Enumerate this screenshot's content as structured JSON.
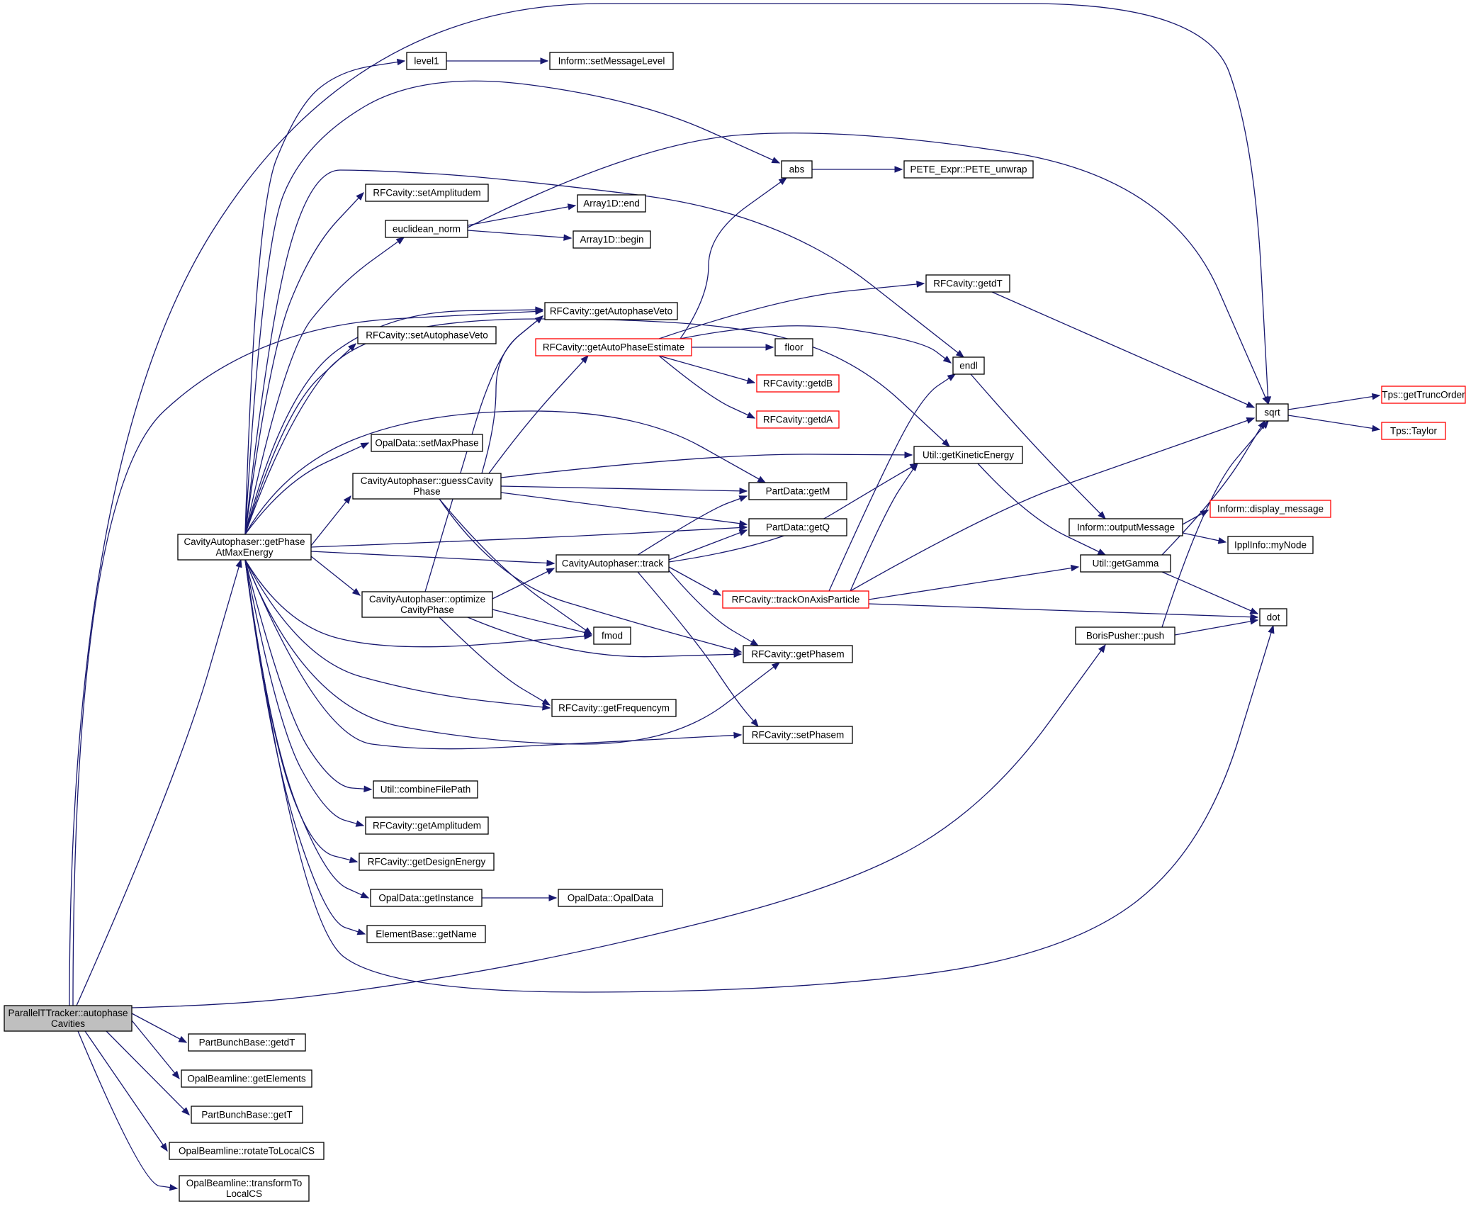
{
  "graph": {
    "title": "",
    "colors": {
      "edge": "#191970",
      "root_fill": "#bfbfbf",
      "node_fill": "#ffffff",
      "node_border": "#000000",
      "truncated_border": "#ff0000"
    },
    "nodes": [
      {
        "id": "root",
        "lines": [
          "ParallelTTracker::autophase",
          "Cavities"
        ],
        "root": true
      },
      {
        "id": "gpame",
        "lines": [
          "CavityAutophaser::getPhase",
          "AtMaxEnergy"
        ]
      },
      {
        "id": "level1",
        "lines": [
          "level1"
        ]
      },
      {
        "id": "setmsg",
        "lines": [
          "Inform::setMessageLevel"
        ]
      },
      {
        "id": "abs",
        "lines": [
          "abs"
        ]
      },
      {
        "id": "pete",
        "lines": [
          "PETE_Expr::PETE_unwrap"
        ]
      },
      {
        "id": "setampl",
        "lines": [
          "RFCavity::setAmplitudem"
        ]
      },
      {
        "id": "eucl",
        "lines": [
          "euclidean_norm"
        ]
      },
      {
        "id": "a1end",
        "lines": [
          "Array1D::end"
        ]
      },
      {
        "id": "a1begin",
        "lines": [
          "Array1D::begin"
        ]
      },
      {
        "id": "getdt_rf",
        "lines": [
          "RFCavity::getdT"
        ]
      },
      {
        "id": "getveto",
        "lines": [
          "RFCavity::getAutophaseVeto"
        ]
      },
      {
        "id": "getest",
        "lines": [
          "RFCavity::getAutoPhaseEstimate"
        ],
        "truncated": true
      },
      {
        "id": "floor",
        "lines": [
          "floor"
        ]
      },
      {
        "id": "setveto",
        "lines": [
          "RFCavity::setAutophaseVeto"
        ]
      },
      {
        "id": "endl",
        "lines": [
          "endl"
        ]
      },
      {
        "id": "getdb",
        "lines": [
          "RFCavity::getdB"
        ],
        "truncated": true
      },
      {
        "id": "getda",
        "lines": [
          "RFCavity::getdA"
        ],
        "truncated": true
      },
      {
        "id": "sqrt",
        "lines": [
          "sqrt"
        ]
      },
      {
        "id": "truncord",
        "lines": [
          "Tps::getTruncOrder"
        ],
        "truncated": true
      },
      {
        "id": "taylor",
        "lines": [
          "Tps::Taylor"
        ],
        "truncated": true
      },
      {
        "id": "setmaxph",
        "lines": [
          "OpalData::setMaxPhase"
        ]
      },
      {
        "id": "guess",
        "lines": [
          "CavityAutophaser::guessCavity",
          "Phase"
        ]
      },
      {
        "id": "getke",
        "lines": [
          "Util::getKineticEnergy"
        ]
      },
      {
        "id": "getm",
        "lines": [
          "PartData::getM"
        ]
      },
      {
        "id": "getq",
        "lines": [
          "PartData::getQ"
        ]
      },
      {
        "id": "dispmsg",
        "lines": [
          "Inform::display_message"
        ],
        "truncated": true
      },
      {
        "id": "outmsg",
        "lines": [
          "Inform::outputMessage"
        ]
      },
      {
        "id": "mynode",
        "lines": [
          "IpplInfo::myNode"
        ]
      },
      {
        "id": "track",
        "lines": [
          "CavityAutophaser::track"
        ]
      },
      {
        "id": "getgamma",
        "lines": [
          "Util::getGamma"
        ]
      },
      {
        "id": "optimize",
        "lines": [
          "CavityAutophaser::optimize",
          "CavityPhase"
        ]
      },
      {
        "id": "trackaxis",
        "lines": [
          "RFCavity::trackOnAxisParticle"
        ],
        "truncated": true
      },
      {
        "id": "dot",
        "lines": [
          "dot"
        ]
      },
      {
        "id": "fmod",
        "lines": [
          "fmod"
        ]
      },
      {
        "id": "push",
        "lines": [
          "BorisPusher::push"
        ]
      },
      {
        "id": "getphasem",
        "lines": [
          "RFCavity::getPhasem"
        ]
      },
      {
        "id": "getfreq",
        "lines": [
          "RFCavity::getFrequencym"
        ]
      },
      {
        "id": "setphasem",
        "lines": [
          "RFCavity::setPhasem"
        ]
      },
      {
        "id": "combine",
        "lines": [
          "Util::combineFilePath"
        ]
      },
      {
        "id": "getampl",
        "lines": [
          "RFCavity::getAmplitudem"
        ]
      },
      {
        "id": "getdesign",
        "lines": [
          "RFCavity::getDesignEnergy"
        ]
      },
      {
        "id": "getinst",
        "lines": [
          "OpalData::getInstance"
        ]
      },
      {
        "id": "opaldata",
        "lines": [
          "OpalData::OpalData"
        ]
      },
      {
        "id": "getname",
        "lines": [
          "ElementBase::getName"
        ]
      },
      {
        "id": "pbgetdt",
        "lines": [
          "PartBunchBase::getdT"
        ]
      },
      {
        "id": "getelems",
        "lines": [
          "OpalBeamline::getElements"
        ]
      },
      {
        "id": "pbgett",
        "lines": [
          "PartBunchBase::getT"
        ]
      },
      {
        "id": "rotate",
        "lines": [
          "OpalBeamline::rotateToLocalCS"
        ]
      },
      {
        "id": "transform",
        "lines": [
          "OpalBeamline::transformTo",
          "LocalCS"
        ]
      }
    ],
    "edges": [
      [
        "root",
        "gpame"
      ],
      [
        "root",
        "sqrt"
      ],
      [
        "root",
        "getveto"
      ],
      [
        "root",
        "push"
      ],
      [
        "root",
        "pbgetdt"
      ],
      [
        "root",
        "getelems"
      ],
      [
        "root",
        "pbgett"
      ],
      [
        "root",
        "rotate"
      ],
      [
        "root",
        "transform"
      ],
      [
        "gpame",
        "level1"
      ],
      [
        "gpame",
        "abs"
      ],
      [
        "gpame",
        "endl"
      ],
      [
        "gpame",
        "setampl"
      ],
      [
        "gpame",
        "eucl"
      ],
      [
        "gpame",
        "getveto"
      ],
      [
        "gpame",
        "setveto"
      ],
      [
        "gpame",
        "getke"
      ],
      [
        "gpame",
        "setmaxph"
      ],
      [
        "gpame",
        "guess"
      ],
      [
        "gpame",
        "getm"
      ],
      [
        "gpame",
        "getq"
      ],
      [
        "gpame",
        "track"
      ],
      [
        "gpame",
        "optimize"
      ],
      [
        "gpame",
        "fmod"
      ],
      [
        "gpame",
        "getfreq"
      ],
      [
        "gpame",
        "getphasem"
      ],
      [
        "gpame",
        "setphasem"
      ],
      [
        "gpame",
        "combine"
      ],
      [
        "gpame",
        "getampl"
      ],
      [
        "gpame",
        "getdesign"
      ],
      [
        "gpame",
        "getinst"
      ],
      [
        "gpame",
        "getname"
      ],
      [
        "gpame",
        "dot"
      ],
      [
        "level1",
        "setmsg"
      ],
      [
        "abs",
        "pete"
      ],
      [
        "eucl",
        "sqrt"
      ],
      [
        "eucl",
        "a1end"
      ],
      [
        "eucl",
        "a1begin"
      ],
      [
        "getest",
        "abs"
      ],
      [
        "getest",
        "getdt_rf"
      ],
      [
        "getest",
        "endl"
      ],
      [
        "getest",
        "floor"
      ],
      [
        "getest",
        "getdb"
      ],
      [
        "getest",
        "getda"
      ],
      [
        "getdt_rf",
        "sqrt"
      ],
      [
        "endl",
        "outmsg"
      ],
      [
        "sqrt",
        "truncord"
      ],
      [
        "sqrt",
        "taylor"
      ],
      [
        "guess",
        "getveto"
      ],
      [
        "guess",
        "getest"
      ],
      [
        "guess",
        "getke"
      ],
      [
        "guess",
        "getm"
      ],
      [
        "guess",
        "getq"
      ],
      [
        "guess",
        "fmod"
      ],
      [
        "guess",
        "getphasem"
      ],
      [
        "getke",
        "getgamma"
      ],
      [
        "outmsg",
        "dispmsg"
      ],
      [
        "outmsg",
        "mynode"
      ],
      [
        "track",
        "getm"
      ],
      [
        "track",
        "getq"
      ],
      [
        "track",
        "getke"
      ],
      [
        "track",
        "trackaxis"
      ],
      [
        "track",
        "getphasem"
      ],
      [
        "track",
        "setphasem"
      ],
      [
        "getgamma",
        "sqrt"
      ],
      [
        "getgamma",
        "dot"
      ],
      [
        "optimize",
        "getveto"
      ],
      [
        "optimize",
        "track"
      ],
      [
        "optimize",
        "fmod"
      ],
      [
        "optimize",
        "getphasem"
      ],
      [
        "optimize",
        "getfreq"
      ],
      [
        "trackaxis",
        "endl"
      ],
      [
        "trackaxis",
        "getke"
      ],
      [
        "trackaxis",
        "sqrt"
      ],
      [
        "trackaxis",
        "getgamma"
      ],
      [
        "trackaxis",
        "dot"
      ],
      [
        "push",
        "sqrt"
      ],
      [
        "push",
        "dot"
      ],
      [
        "getinst",
        "opaldata"
      ]
    ]
  }
}
